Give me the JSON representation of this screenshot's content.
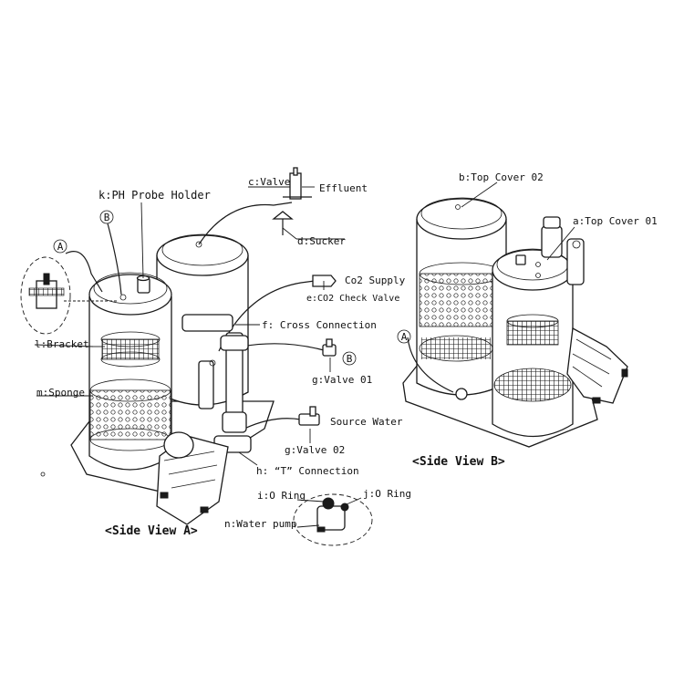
{
  "labels": {
    "k": "k:PH Probe Holder",
    "c": "c:Valve",
    "effluent": "Effluent",
    "d": "d:Sucker",
    "co2_supply": "Co2 Supply",
    "e": "e:CO2 Check Valve",
    "f": "f: Cross Connection",
    "l": "l:Bracket",
    "m": "m:Sponge",
    "g1": "g:Valve 01",
    "source_water": "Source Water",
    "g2": "g:Valve 02",
    "h": "h: “T” Connection",
    "i": "i:O Ring",
    "j": "j:O Ring",
    "n": "n:Water pump",
    "b": "b:Top Cover 02",
    "a": "a:Top Cover 01"
  },
  "markers": {
    "A": "A",
    "B": "B"
  },
  "views": {
    "side_a": "<Side View A>",
    "side_b": "<Side View B>"
  }
}
